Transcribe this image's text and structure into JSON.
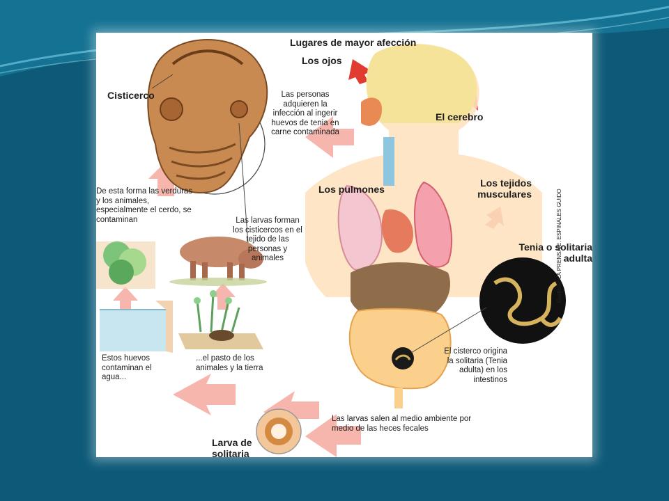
{
  "diagram": {
    "title": "Lugares de mayor afección",
    "organs": {
      "eyes": "Los ojos",
      "brain": "El cerebro",
      "lungs": "Los pulmones",
      "muscles": "Los tejidos musculares"
    },
    "cysticercus": "Cisticerco",
    "adult_worm": "Tenia o solitaria adulta",
    "larva": "Larva de solitaria",
    "notes": {
      "infection": "Las personas adquieren la infección al ingerir huevos de tenia en carne contaminada",
      "contamination": "De esta forma las verduras y los animales, especialmente el cerdo, se contaminan",
      "larvae_form": "Las larvas forman los cisticercos en el tejido de las personas y animales",
      "water": "Estos huevos contaminan el agua...",
      "grass": "...el pasto de los animales y la tierra",
      "intestine": "El cisterco origina la solitaria (Tenia adulta) en los intestinos",
      "feces": "Las larvas salen al medio ambiente por medio de las heces fecales"
    },
    "credit": "Gráficos: LA PRENSA/E. ESPINALES GUIDO"
  },
  "colors": {
    "background": "#0d5a78",
    "arrow": "#f6b6ad",
    "pointer_arrow": "#e23b32"
  }
}
